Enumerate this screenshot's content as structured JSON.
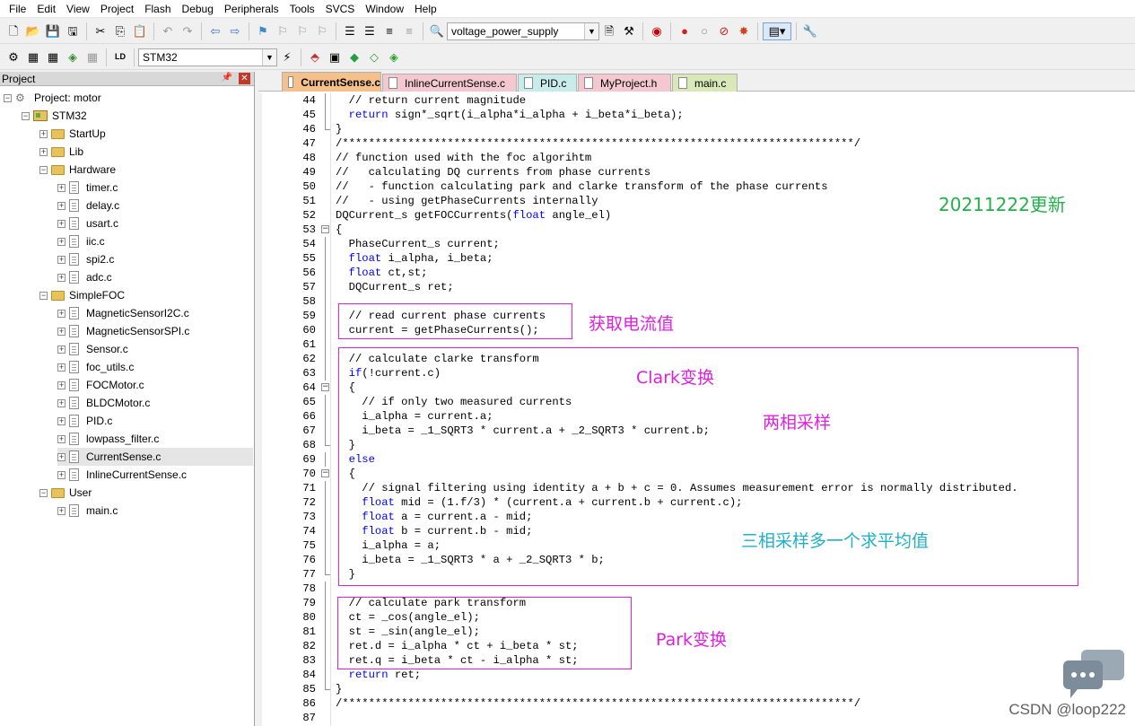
{
  "menu": [
    "File",
    "Edit",
    "View",
    "Project",
    "Flash",
    "Debug",
    "Peripherals",
    "Tools",
    "SVCS",
    "Window",
    "Help"
  ],
  "toolbar": {
    "target_combo": "voltage_power_supply",
    "target_select": "STM32"
  },
  "project_panel": {
    "title": "Project",
    "tree": [
      {
        "label": "Project: motor",
        "level": 0,
        "kind": "project",
        "exp": "-"
      },
      {
        "label": "STM32",
        "level": 1,
        "kind": "target",
        "exp": "-"
      },
      {
        "label": "StartUp",
        "level": 2,
        "kind": "folder",
        "exp": "+"
      },
      {
        "label": "Lib",
        "level": 2,
        "kind": "folder",
        "exp": "+"
      },
      {
        "label": "Hardware",
        "level": 2,
        "kind": "folder",
        "exp": "-"
      },
      {
        "label": "timer.c",
        "level": 3,
        "kind": "file",
        "exp": "+"
      },
      {
        "label": "delay.c",
        "level": 3,
        "kind": "file",
        "exp": "+"
      },
      {
        "label": "usart.c",
        "level": 3,
        "kind": "file",
        "exp": "+"
      },
      {
        "label": "iic.c",
        "level": 3,
        "kind": "file",
        "exp": "+"
      },
      {
        "label": "spi2.c",
        "level": 3,
        "kind": "file",
        "exp": "+"
      },
      {
        "label": "adc.c",
        "level": 3,
        "kind": "file",
        "exp": "+"
      },
      {
        "label": "SimpleFOC",
        "level": 2,
        "kind": "folder",
        "exp": "-"
      },
      {
        "label": "MagneticSensorI2C.c",
        "level": 3,
        "kind": "file",
        "exp": "+"
      },
      {
        "label": "MagneticSensorSPI.c",
        "level": 3,
        "kind": "file",
        "exp": "+"
      },
      {
        "label": "Sensor.c",
        "level": 3,
        "kind": "file",
        "exp": "+"
      },
      {
        "label": "foc_utils.c",
        "level": 3,
        "kind": "file",
        "exp": "+"
      },
      {
        "label": "FOCMotor.c",
        "level": 3,
        "kind": "file",
        "exp": "+"
      },
      {
        "label": "BLDCMotor.c",
        "level": 3,
        "kind": "file",
        "exp": "+"
      },
      {
        "label": "PID.c",
        "level": 3,
        "kind": "file",
        "exp": "+"
      },
      {
        "label": "lowpass_filter.c",
        "level": 3,
        "kind": "file",
        "exp": "+"
      },
      {
        "label": "CurrentSense.c",
        "level": 3,
        "kind": "file",
        "exp": "+",
        "selected": true
      },
      {
        "label": "InlineCurrentSense.c",
        "level": 3,
        "kind": "file",
        "exp": "+"
      },
      {
        "label": "User",
        "level": 2,
        "kind": "folder",
        "exp": "-"
      },
      {
        "label": "main.c",
        "level": 3,
        "kind": "file",
        "exp": "+"
      }
    ]
  },
  "tabs": [
    {
      "label": "CurrentSense.c",
      "active": true,
      "color": "#f6c08b"
    },
    {
      "label": "InlineCurrentSense.c",
      "active": false,
      "color": "#f4c8d0"
    },
    {
      "label": "PID.c",
      "active": false,
      "color": "#c8ecea"
    },
    {
      "label": "MyProject.h",
      "active": false,
      "color": "#f4c8d0"
    },
    {
      "label": "main.c",
      "active": false,
      "color": "#d8e8b8"
    }
  ],
  "code": [
    {
      "n": "44",
      "text": "  // return current magnitude",
      "cls": "comment",
      "fold": "line"
    },
    {
      "n": "45",
      "text": "  return sign*_sqrt(i_alpha*i_alpha + i_beta*i_beta);",
      "kw": "return",
      "fold": "line"
    },
    {
      "n": "46",
      "text": "}",
      "fold": "end"
    },
    {
      "n": "47",
      "text": "/******************************************************************************/",
      "cls": "comment"
    },
    {
      "n": "48",
      "text": "// function used with the foc algorihtm",
      "cls": "comment"
    },
    {
      "n": "49",
      "text": "//   calculating DQ currents from phase currents",
      "cls": "comment"
    },
    {
      "n": "50",
      "text": "//   - function calculating park and clarke transform of the phase currents",
      "cls": "comment"
    },
    {
      "n": "51",
      "text": "//   - using getPhaseCurrents internally",
      "cls": "comment"
    },
    {
      "n": "52",
      "text": "DQCurrent_s getFOCCurrents(float angle_el)",
      "kw": "float"
    },
    {
      "n": "53",
      "text": "{",
      "fold": "open"
    },
    {
      "n": "54",
      "text": "  PhaseCurrent_s current;",
      "fold": "line"
    },
    {
      "n": "55",
      "text": "  float i_alpha, i_beta;",
      "kw": "float",
      "fold": "line"
    },
    {
      "n": "56",
      "text": "  float ct,st;",
      "kw": "float",
      "fold": "line"
    },
    {
      "n": "57",
      "text": "  DQCurrent_s ret;",
      "fold": "line"
    },
    {
      "n": "58",
      "text": "",
      "fold": "line"
    },
    {
      "n": "59",
      "text": "  // read current phase currents",
      "cls": "comment",
      "fold": "line"
    },
    {
      "n": "60",
      "text": "  current = getPhaseCurrents();",
      "fold": "line"
    },
    {
      "n": "61",
      "text": "",
      "fold": "line"
    },
    {
      "n": "62",
      "text": "  // calculate clarke transform",
      "cls": "comment",
      "fold": "line"
    },
    {
      "n": "63",
      "text": "  if(!current.c)",
      "kw": "if",
      "fold": "line"
    },
    {
      "n": "64",
      "text": "  {",
      "fold": "open"
    },
    {
      "n": "65",
      "text": "    // if only two measured currents",
      "cls": "comment",
      "fold": "line"
    },
    {
      "n": "66",
      "text": "    i_alpha = current.a;",
      "fold": "line"
    },
    {
      "n": "67",
      "text": "    i_beta = _1_SQRT3 * current.a + _2_SQRT3 * current.b;",
      "fold": "line"
    },
    {
      "n": "68",
      "text": "  }",
      "fold": "end"
    },
    {
      "n": "69",
      "text": "  else",
      "kw": "else",
      "fold": "line"
    },
    {
      "n": "70",
      "text": "  {",
      "fold": "open"
    },
    {
      "n": "71",
      "text": "    // signal filtering using identity a + b + c = 0. Assumes measurement error is normally distributed.",
      "cls": "comment",
      "fold": "line"
    },
    {
      "n": "72",
      "text": "    float mid = (1.f/3) * (current.a + current.b + current.c);",
      "kw": "float",
      "fold": "line"
    },
    {
      "n": "73",
      "text": "    float a = current.a - mid;",
      "kw": "float",
      "fold": "line"
    },
    {
      "n": "74",
      "text": "    float b = current.b - mid;",
      "kw": "float",
      "fold": "line"
    },
    {
      "n": "75",
      "text": "    i_alpha = a;",
      "fold": "line"
    },
    {
      "n": "76",
      "text": "    i_beta = _1_SQRT3 * a + _2_SQRT3 * b;",
      "fold": "line"
    },
    {
      "n": "77",
      "text": "  }",
      "fold": "end"
    },
    {
      "n": "78",
      "text": "",
      "fold": "line"
    },
    {
      "n": "79",
      "text": "  // calculate park transform",
      "cls": "comment",
      "fold": "line"
    },
    {
      "n": "80",
      "text": "  ct = _cos(angle_el);",
      "fold": "line"
    },
    {
      "n": "81",
      "text": "  st = _sin(angle_el);",
      "fold": "line"
    },
    {
      "n": "82",
      "text": "  ret.d = i_alpha * ct + i_beta * st;",
      "fold": "line"
    },
    {
      "n": "83",
      "text": "  ret.q = i_beta * ct - i_alpha * st;",
      "fold": "line"
    },
    {
      "n": "84",
      "text": "  return ret;",
      "kw": "return",
      "fold": "line"
    },
    {
      "n": "85",
      "text": "}",
      "fold": "end"
    },
    {
      "n": "86",
      "text": "/******************************************************************************/",
      "cls": "comment"
    },
    {
      "n": "87",
      "text": ""
    }
  ],
  "annotations": {
    "update_date": "20211222更新",
    "update_color": "#22b04a",
    "get_current": "获取电流值",
    "clark": "Clark变换",
    "two_phase": "两相采样",
    "three_phase": "三相采样多一个求平均值",
    "park": "Park变换",
    "magenta": "#e020e0",
    "teal": "#20b0c8"
  },
  "watermark": "CSDN @loop222"
}
